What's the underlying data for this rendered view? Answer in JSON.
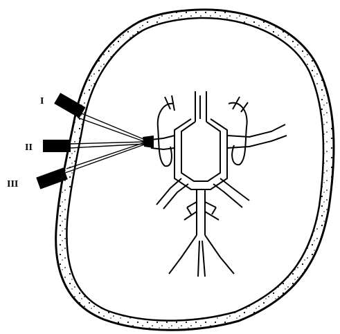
{
  "figure": {
    "labels": {
      "probe_1": "I",
      "probe_2": "II",
      "probe_3": "III"
    },
    "colors": {
      "ink": "#000000",
      "background": "#ffffff"
    }
  }
}
